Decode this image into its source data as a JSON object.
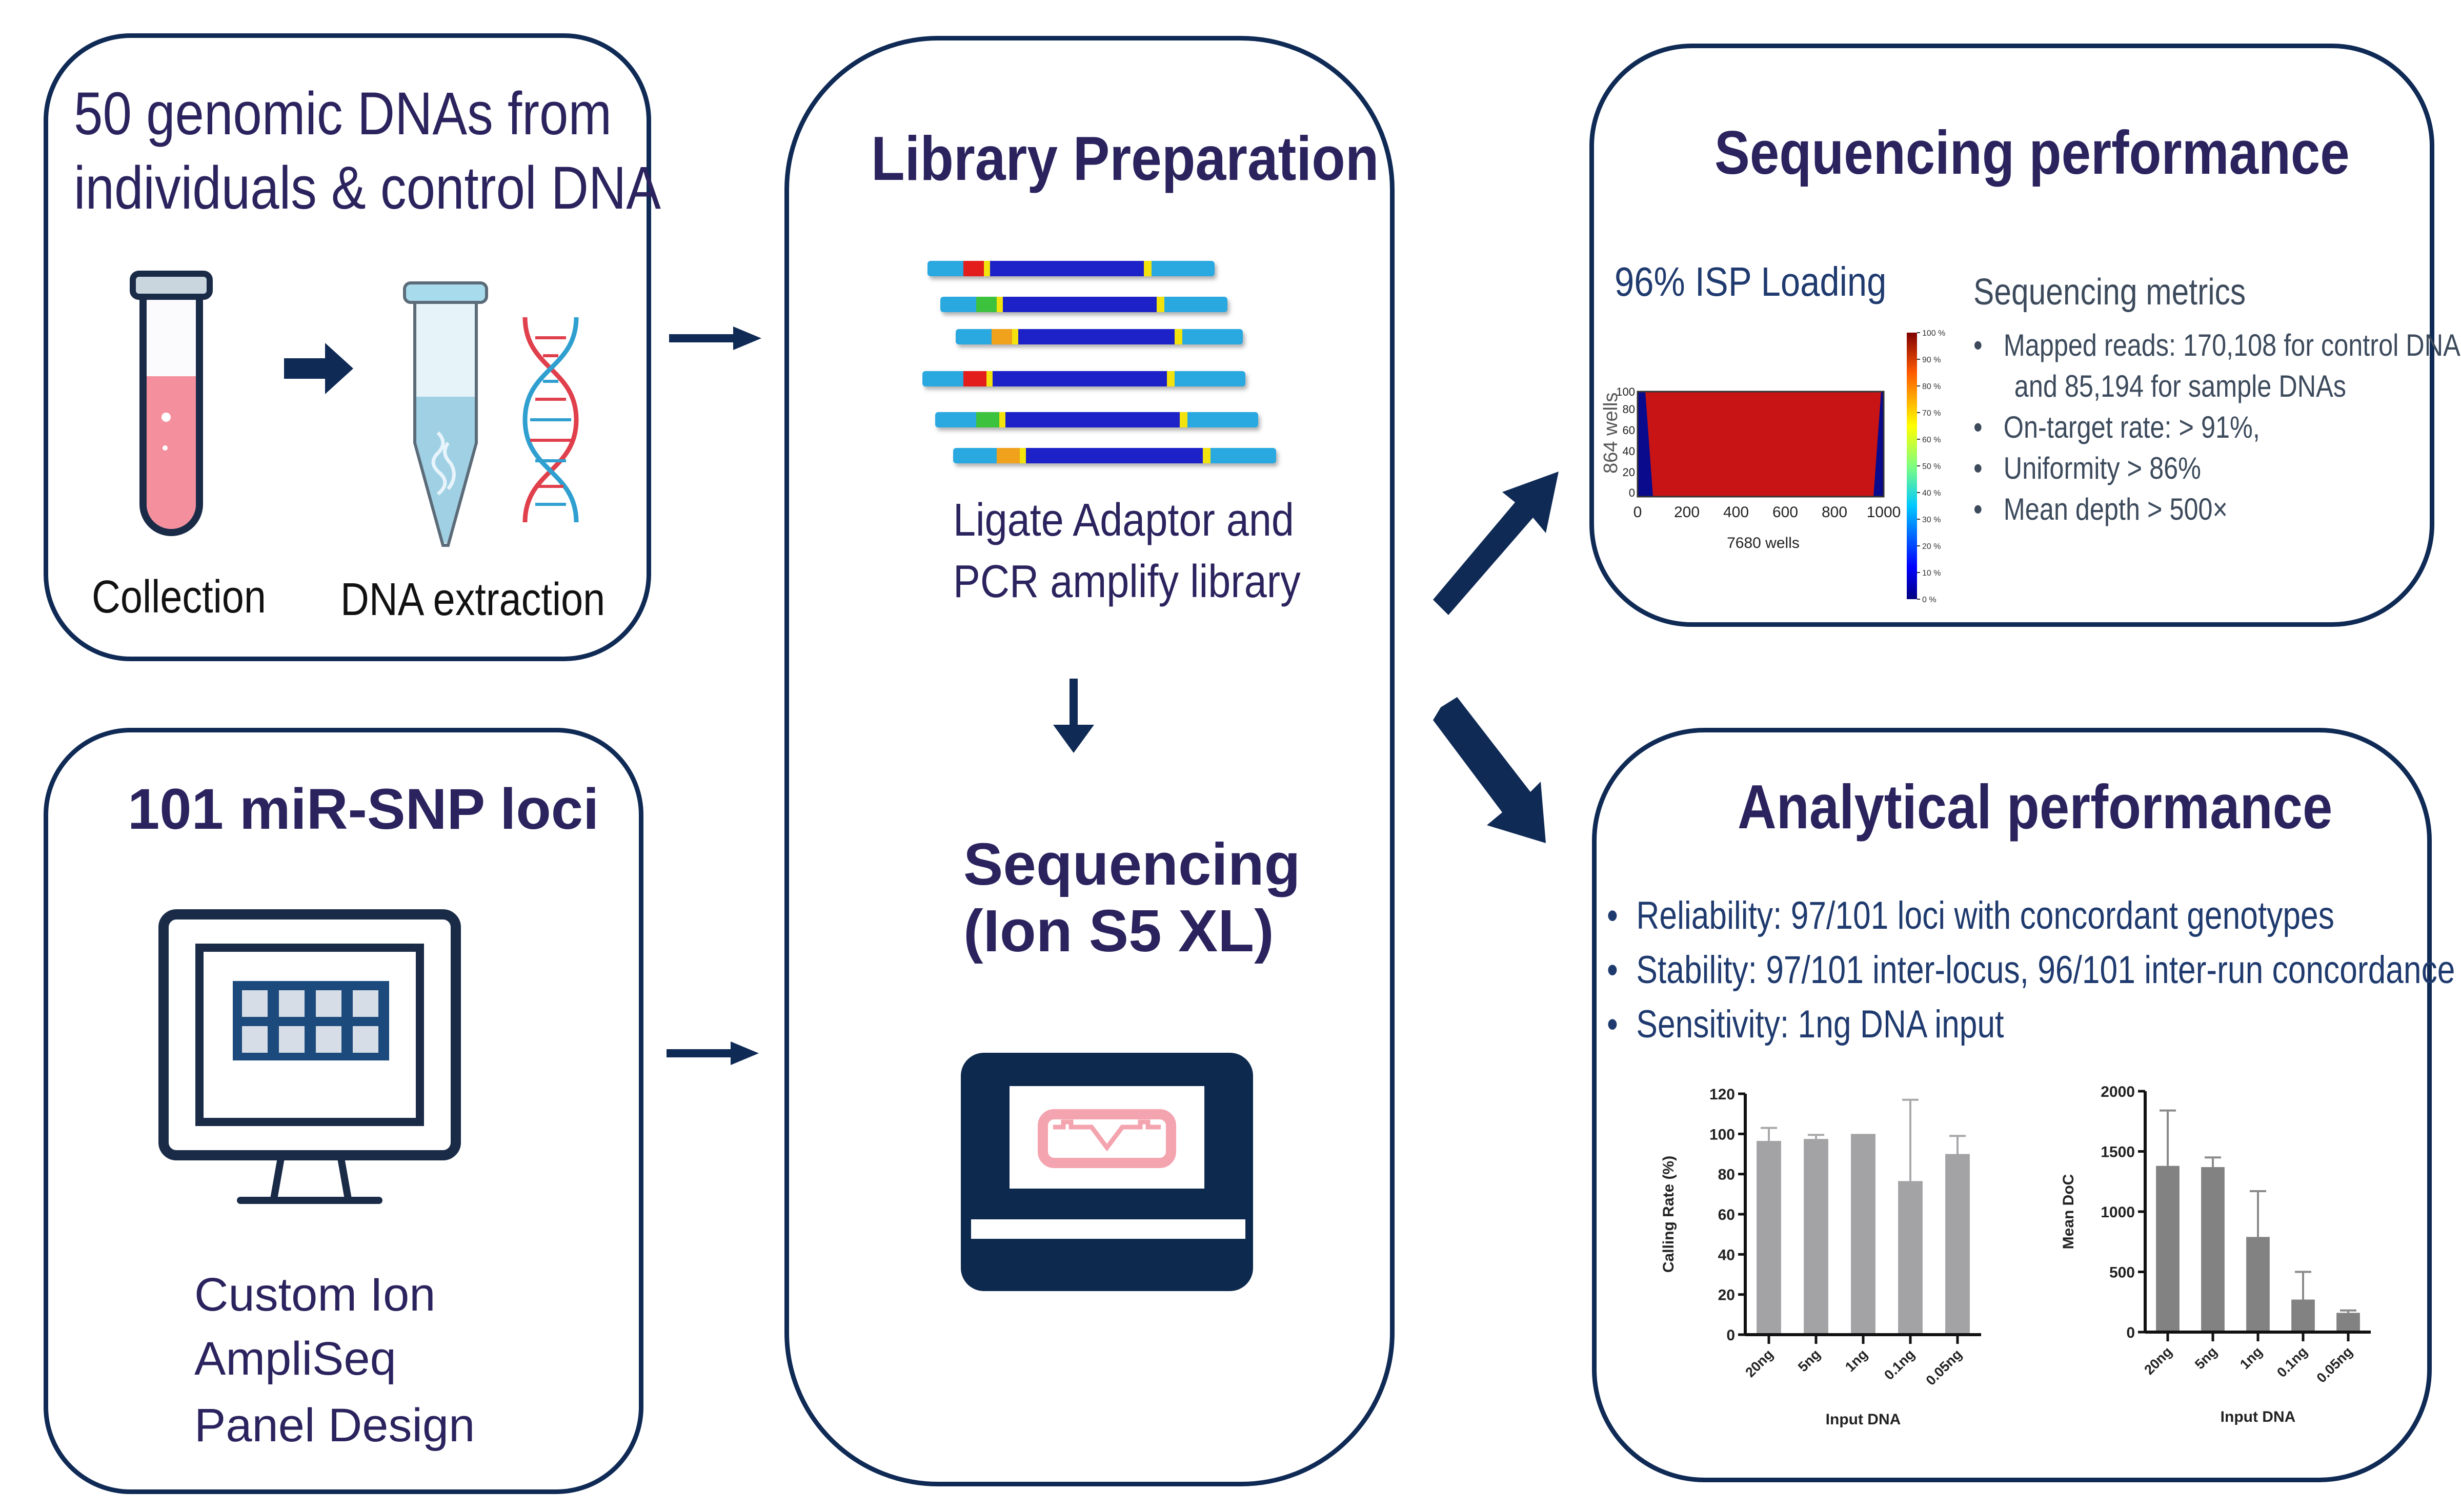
{
  "colors": {
    "navy": "#0f2a55",
    "title": "#2a235e",
    "pink": "#f4909e",
    "light_blue": "#bfe3f0",
    "heatmap_red": "#c81414",
    "heatmap_blue": "#0a0a8c",
    "bar_gray_left": "#a3a3a6",
    "bar_gray_right": "#828282"
  },
  "sample_panel": {
    "title_line1": "50 genomic DNAs from",
    "title_line2": "individuals & control DNA",
    "icons": [
      "test-tube-icon",
      "arrow-right-icon",
      "microtube-icon",
      "dna-helix-icon"
    ],
    "label_collection": "Collection",
    "label_extraction": "DNA extraction"
  },
  "panel_design": {
    "title": "101 miR-SNP loci",
    "icon": "monitor-grid-icon",
    "caption_line1": "Custom Ion",
    "caption_line2": "AmpliSeq",
    "caption_line3": "Panel Design"
  },
  "library_panel": {
    "title": "Library Preparation",
    "icon": "dna-fragments-icon",
    "caption_line1": "Ligate Adaptor and",
    "caption_line2": "PCR amplify library",
    "seq_title_line1": "Sequencing",
    "seq_title_line2": "(Ion S5 XL)",
    "sequencer_icon": "sequencer-icon"
  },
  "seq_perf": {
    "title": "Sequencing performance",
    "isp_label": "96% ISP Loading",
    "heatmap": {
      "ylabel": "864 wells",
      "xlabel": "7680 wells",
      "xticks": [
        "0",
        "200",
        "400",
        "600",
        "800",
        "1000"
      ],
      "yticks": [
        "0",
        "20",
        "40",
        "60",
        "80",
        "100"
      ],
      "colorbar_ticks": [
        "100 %",
        "90 %",
        "80 %",
        "70 %",
        "60 %",
        "50 %",
        "40 %",
        "30 %",
        "20 %",
        "10 %",
        "0 %"
      ]
    },
    "metrics_title": "Sequencing metrics",
    "metrics": [
      "Mapped reads: 170,108 for control DNA",
      "and 85,194 for sample DNAs",
      "On-target rate: > 91%,",
      "Uniformity > 86%",
      "Mean depth > 500×"
    ]
  },
  "analytical": {
    "title": "Analytical performance",
    "bullets": [
      "Reliability: 97/101 loci with concordant genotypes",
      "Stability: 97/101 inter-locus, 96/101 inter-run concordance",
      "Sensitivity: 1ng DNA input"
    ]
  },
  "chart_data": [
    {
      "type": "bar",
      "title": "",
      "categories": [
        "20ng",
        "5ng",
        "1ng",
        "0.1ng",
        "0.05ng"
      ],
      "values": [
        96.5,
        97.5,
        100,
        76.5,
        90
      ],
      "error_upper": [
        103,
        99.5,
        100,
        117,
        99
      ],
      "xlabel": "Input DNA",
      "ylabel": "Calling Rate (%)",
      "ylim": [
        0,
        120
      ],
      "yticks": [
        0,
        20,
        40,
        60,
        80,
        100,
        120
      ],
      "grid": false
    },
    {
      "type": "bar",
      "title": "",
      "categories": [
        "20ng",
        "5ng",
        "1ng",
        "0.1ng",
        "0.05ng"
      ],
      "values": [
        1380,
        1370,
        790,
        270,
        160
      ],
      "error_upper": [
        1840,
        1450,
        1170,
        500,
        180
      ],
      "xlabel": "Input DNA",
      "ylabel": "Mean DoC",
      "ylim": [
        0,
        2000
      ],
      "yticks": [
        0,
        500,
        1000,
        1500,
        2000
      ],
      "grid": false
    }
  ]
}
